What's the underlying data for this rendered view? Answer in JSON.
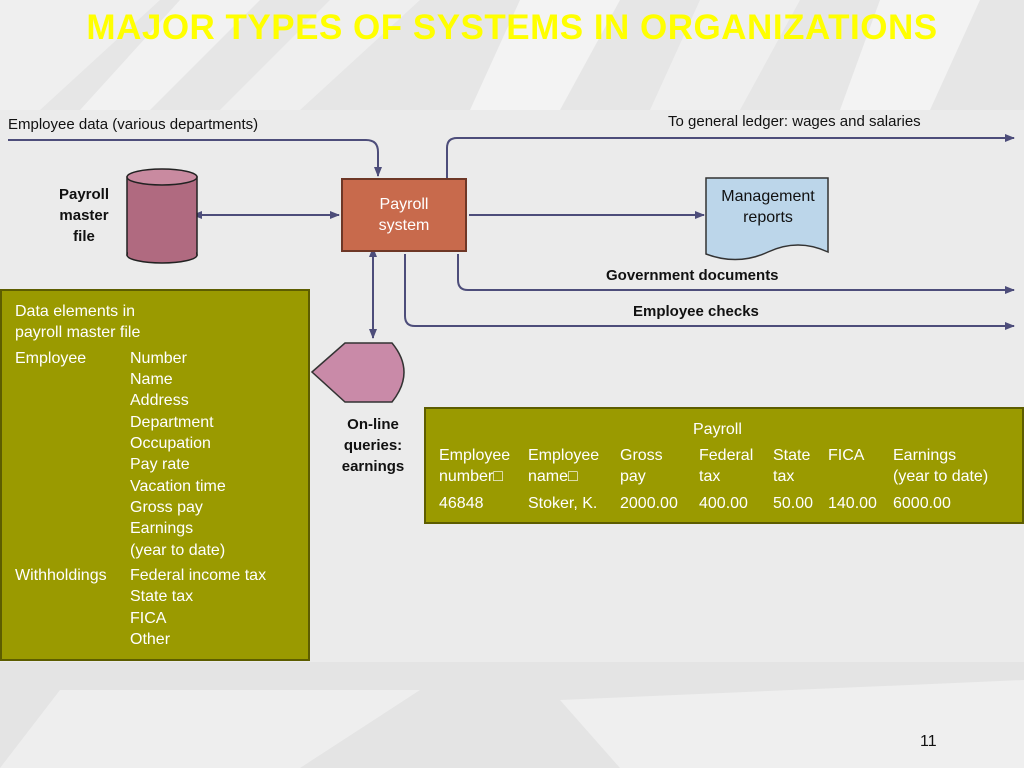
{
  "slide": {
    "title": "MAJOR TYPES OF SYSTEMS IN ORGANIZATIONS",
    "page_number": "11"
  },
  "diagram": {
    "employee_data_label": "Employee data (various departments)",
    "general_ledger_label": "To general ledger: wages and salaries",
    "payroll_master_file": [
      "Payroll",
      "master",
      "file"
    ],
    "payroll_system": [
      "Payroll",
      "system"
    ],
    "management_reports": [
      "Management",
      "reports"
    ],
    "government_documents_label": "Government documents",
    "employee_checks_label": "Employee checks",
    "online_queries": [
      "On-line",
      "queries:",
      "earnings"
    ]
  },
  "data_elements": {
    "heading": [
      "Data elements in",
      "payroll master file"
    ],
    "groups": [
      {
        "name": "Employee",
        "items": [
          "Number",
          "Name",
          "Address",
          "Department",
          "Occupation",
          "Pay rate",
          "Vacation time",
          "Gross pay",
          "Earnings",
          "(year to date)"
        ]
      },
      {
        "name": "Withholdings",
        "items": [
          "Federal income tax",
          "State tax",
          "FICA",
          "Other"
        ]
      }
    ]
  },
  "payroll_table": {
    "title": "Payroll",
    "headers": [
      [
        "Employee",
        "number□"
      ],
      [
        "Employee",
        "name□"
      ],
      [
        "Gross",
        "pay"
      ],
      [
        "Federal",
        "tax"
      ],
      [
        "State",
        "tax"
      ],
      [
        "FICA",
        ""
      ],
      [
        "Earnings",
        "(year to date)"
      ]
    ],
    "row": [
      "46848",
      "Stoker, K.",
      "2000.00",
      "400.00",
      "50.00",
      "140.00",
      "6000.00"
    ]
  },
  "colors": {
    "title": "#ffff00",
    "payroll_system_fill": "#c86a4c",
    "master_file_fill": "#b06a80",
    "reports_fill": "#bcd6ea",
    "query_fill": "#c98aa8",
    "panel_fill": "#9a9a00",
    "arrow": "#4d4d7a"
  }
}
